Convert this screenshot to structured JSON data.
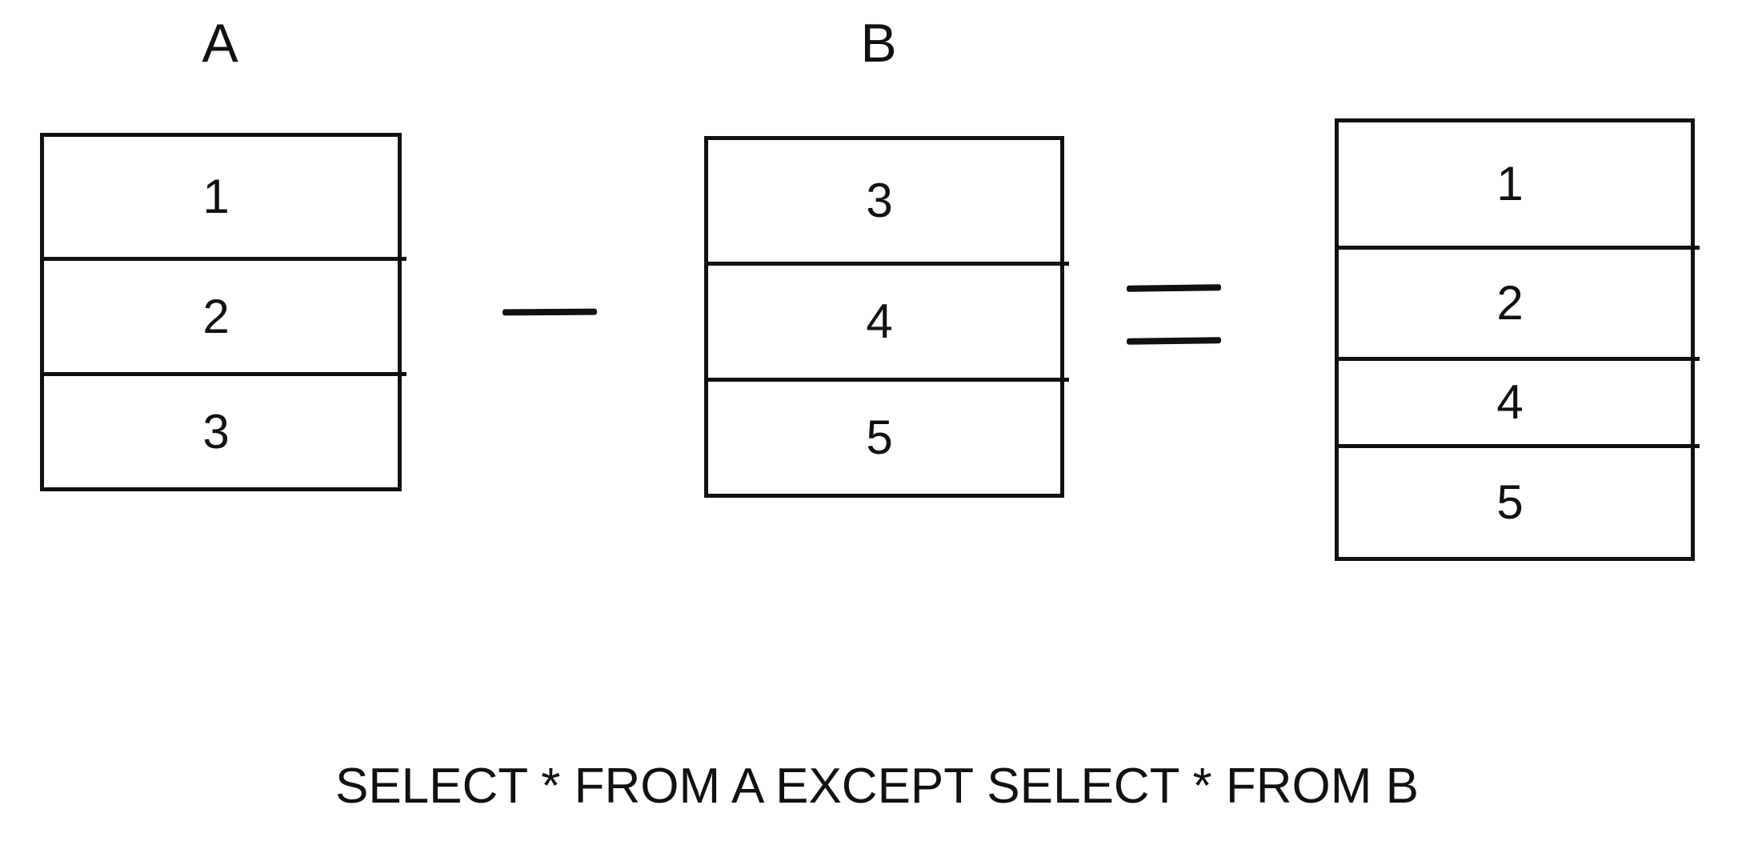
{
  "diagram": {
    "title_caption": "SELECT * FROM A EXCEPT SELECT * FROM B",
    "background_color": "#ffffff",
    "stroke_color": "#111111",
    "tables": [
      {
        "id": "table-a",
        "label": "A",
        "rows": [
          "1",
          "2",
          "3"
        ]
      },
      {
        "id": "table-b",
        "label": "B",
        "rows": [
          "3",
          "4",
          "5"
        ]
      },
      {
        "id": "table-result",
        "label": "",
        "rows": [
          "1",
          "2",
          "4",
          "5"
        ]
      }
    ],
    "operators": [
      {
        "id": "minus",
        "symbol": "−",
        "name": "minus-operator"
      },
      {
        "id": "equals",
        "symbol": "=",
        "name": "equals-operator"
      }
    ]
  }
}
